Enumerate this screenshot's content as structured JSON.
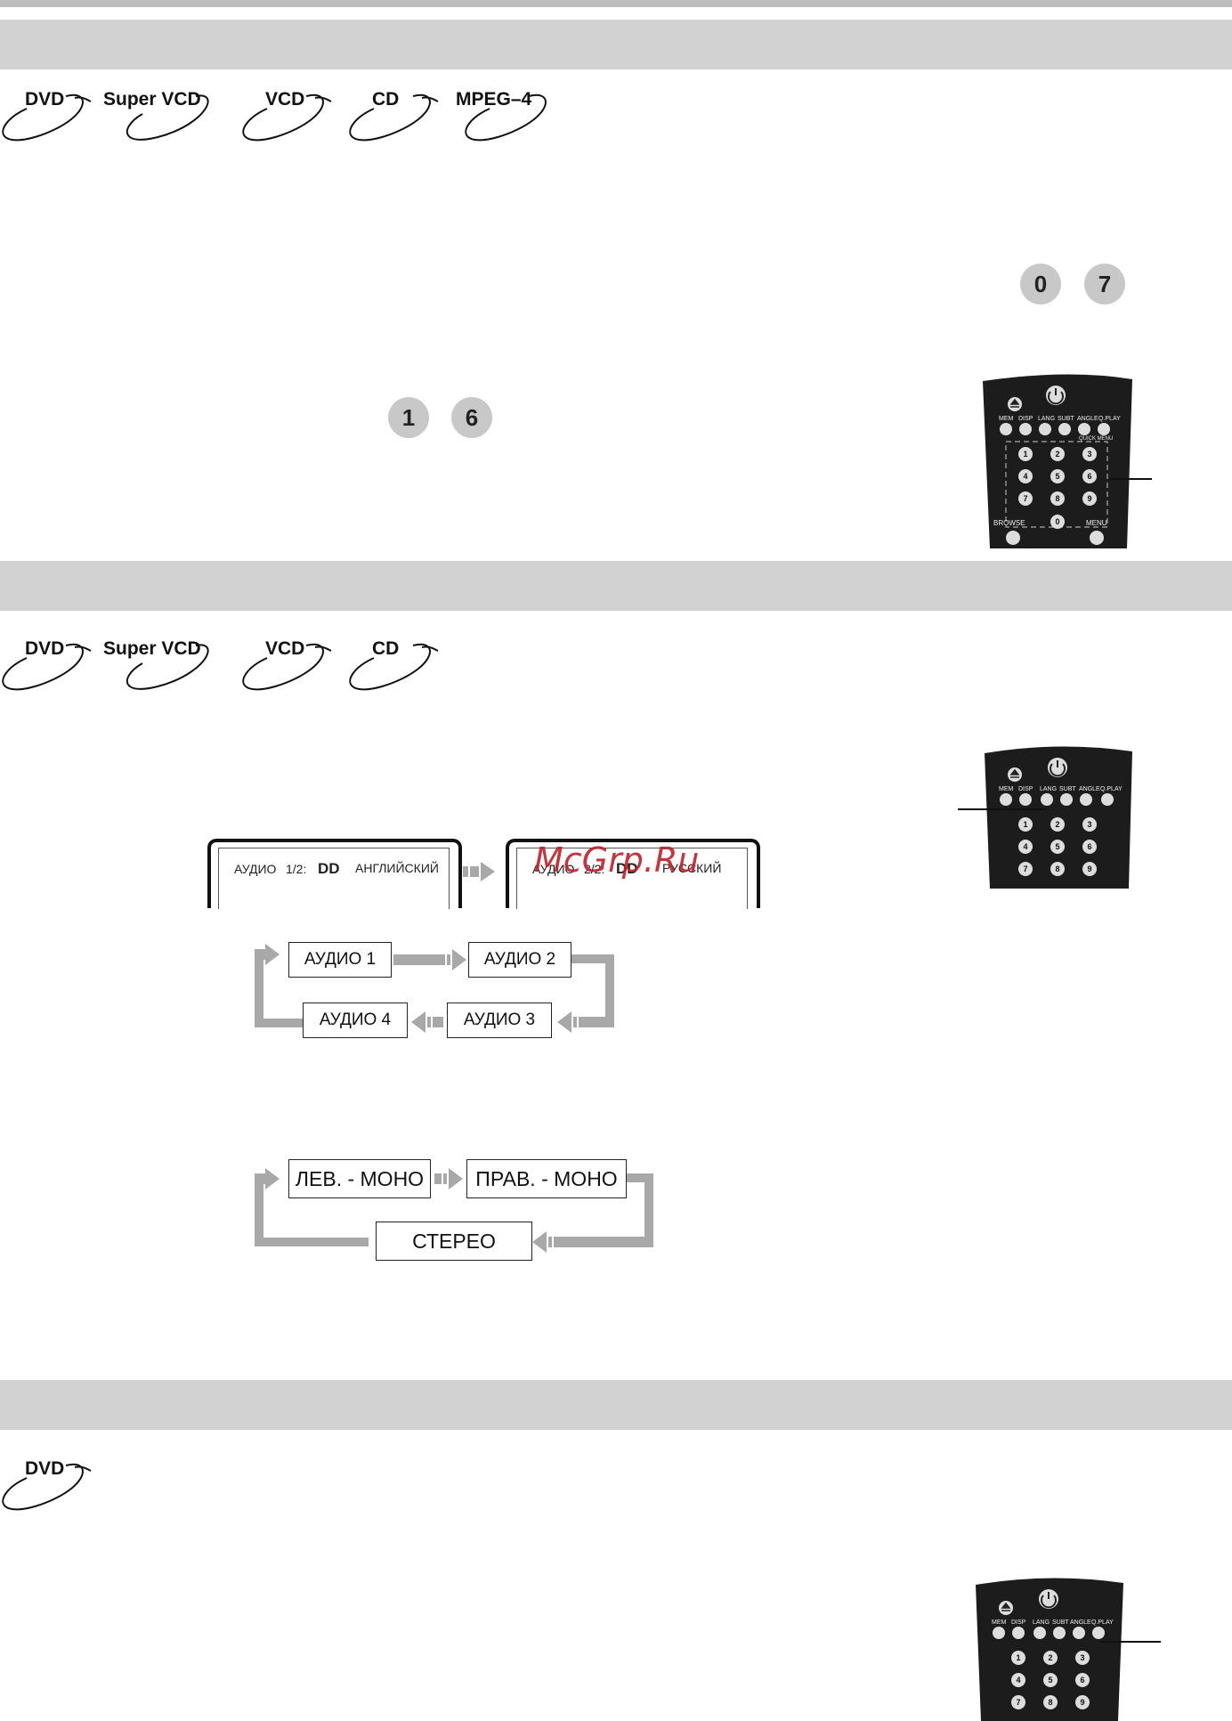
{
  "sections": [
    {
      "discs": [
        "DVD",
        "Super VCD",
        "VCD",
        "CD",
        "MPEG–4"
      ]
    },
    {
      "discs": [
        "DVD",
        "Super VCD",
        "VCD",
        "CD"
      ]
    },
    {
      "discs": [
        "DVD"
      ]
    }
  ],
  "digit_buttons": {
    "a": "0",
    "b": "7",
    "c": "1",
    "d": "6"
  },
  "remote": {
    "top_labels": [
      "MEM",
      "DISP",
      "LANG",
      "SUBT",
      "ANGLE",
      "Q.PLAY"
    ],
    "digits": [
      "1",
      "2",
      "3",
      "4",
      "5",
      "6",
      "7",
      "8",
      "9",
      "0"
    ],
    "browse": "BROWSE",
    "menu": "MENU",
    "small": "QUICK MENU"
  },
  "screen1": {
    "audio": "АУДИО",
    "track": "1/2:",
    "dolby": "DD",
    "lang": "АНГЛИЙСКИЙ"
  },
  "screen2": {
    "audio": "АУДИО",
    "track": "2/2:",
    "dolby": "DD",
    "lang": "РУССКИЙ"
  },
  "audio_cycle": [
    "АУДИО 1",
    "АУДИО 2",
    "АУДИО 3",
    "АУДИО 4"
  ],
  "mono_cycle": [
    "ЛЕВ. - МОНО",
    "ПРАВ. - МОНО",
    "СТЕРЕО"
  ],
  "watermark": "McGrp.Ru"
}
